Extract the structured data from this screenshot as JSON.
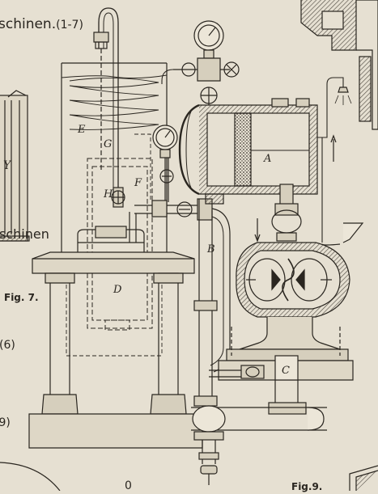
{
  "header": {
    "title_fragment": "schinen.",
    "title_range": "(1-7)"
  },
  "left_fragments": {
    "label_y": "Y",
    "caption_fragment": "schinen",
    "note_6": "(6)",
    "note_9": ".9)"
  },
  "figure": {
    "caption": "Fig. 7."
  },
  "part_labels": {
    "A": "A",
    "B": "B",
    "C": "C",
    "D": "D",
    "E": "E",
    "F": "F",
    "G": "G",
    "H": "H"
  },
  "bottom_fragments": {
    "mid": "0",
    "right": "Fig.9."
  },
  "colors": {
    "paper": "#e6e0d2",
    "ink": "#2a2620",
    "hatch": "#555047"
  }
}
